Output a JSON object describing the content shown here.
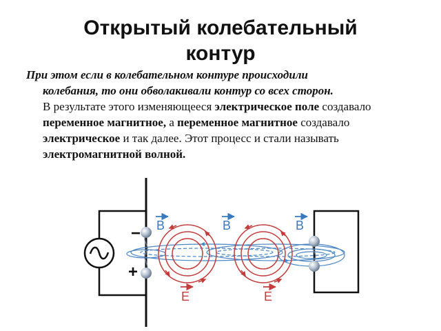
{
  "slide": {
    "title_line1": "Открытый колебательный",
    "title_line2": "контур",
    "lead_line1": "При этом если в колебательном контуре происходили",
    "lead_line2": "колебания, то они обволакивали контур со всех сторон.",
    "p_seg1": "В результате этого изменяющееся ",
    "p_seg2": "электрическое поле",
    "p_seg3": " создавало ",
    "p_seg4": "переменное магнитное,",
    "p_seg5": " а ",
    "p_seg6": "переменное магнитное",
    "p_seg7": " создавало ",
    "p_seg8": "электрическое",
    "p_seg9": " и так далее. Этот процесс и стали называть ",
    "p_seg10": "электромагнитной волной."
  },
  "diagram": {
    "minus": "−",
    "plus": "+",
    "b_label": "B",
    "e_label": "E",
    "colors": {
      "wire": "#111111",
      "b_field": "#4a86c6",
      "e_field": "#c43b3b",
      "e_label": "#c43b3b",
      "b_label": "#3a78c0",
      "charge": "#b7c4d4"
    }
  }
}
